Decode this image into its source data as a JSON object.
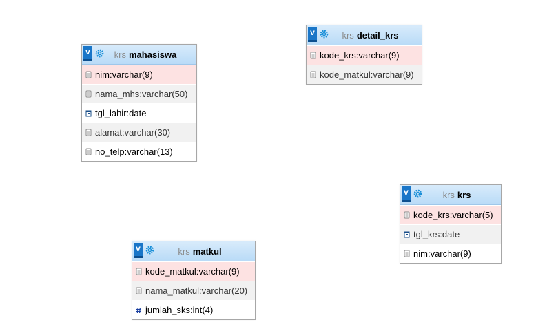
{
  "tables": [
    {
      "id": "mahasiswa",
      "toggle_label": "v",
      "db": "krs",
      "name": "mahasiswa",
      "columns": [
        {
          "name": "nim",
          "type": "varchar(9)",
          "icon": "field-text-icon"
        },
        {
          "name": "nama_mhs",
          "type": "varchar(50)",
          "icon": "field-text-icon"
        },
        {
          "name": "tgl_lahir",
          "type": "date",
          "icon": "field-date-icon"
        },
        {
          "name": "alamat",
          "type": "varchar(30)",
          "icon": "field-text-icon"
        },
        {
          "name": "no_telp",
          "type": "varchar(13)",
          "icon": "field-text-icon"
        }
      ]
    },
    {
      "id": "detail_krs",
      "toggle_label": "v",
      "db": "krs",
      "name": "detail_krs",
      "columns": [
        {
          "name": "kode_krs",
          "type": "varchar(9)",
          "icon": "field-text-icon"
        },
        {
          "name": "kode_matkul",
          "type": "varchar(9)",
          "icon": "field-text-icon"
        }
      ]
    },
    {
      "id": "krs",
      "toggle_label": "v",
      "db": "krs",
      "name": "krs",
      "columns": [
        {
          "name": "kode_krs",
          "type": "varchar(5)",
          "icon": "field-text-icon"
        },
        {
          "name": "tgl_krs",
          "type": "date",
          "icon": "field-date-icon"
        },
        {
          "name": "nim",
          "type": "varchar(9)",
          "icon": "field-text-icon"
        }
      ]
    },
    {
      "id": "matkul",
      "toggle_label": "v",
      "db": "krs",
      "name": "matkul",
      "columns": [
        {
          "name": "kode_matkul",
          "type": "varchar(9)",
          "icon": "field-text-icon"
        },
        {
          "name": "nama_matkul",
          "type": "varchar(20)",
          "icon": "field-text-icon"
        },
        {
          "name": "jumlah_sks",
          "type": "int(4)",
          "icon": "field-numeric-icon"
        }
      ]
    }
  ],
  "separator": " : ",
  "colors": {
    "header_top": "#d8ebfb",
    "header_bottom": "#b9dbf7",
    "toggle": "#1a76c8",
    "primary_row": "#fde2e2",
    "alt_row": "#f1f1f1"
  }
}
